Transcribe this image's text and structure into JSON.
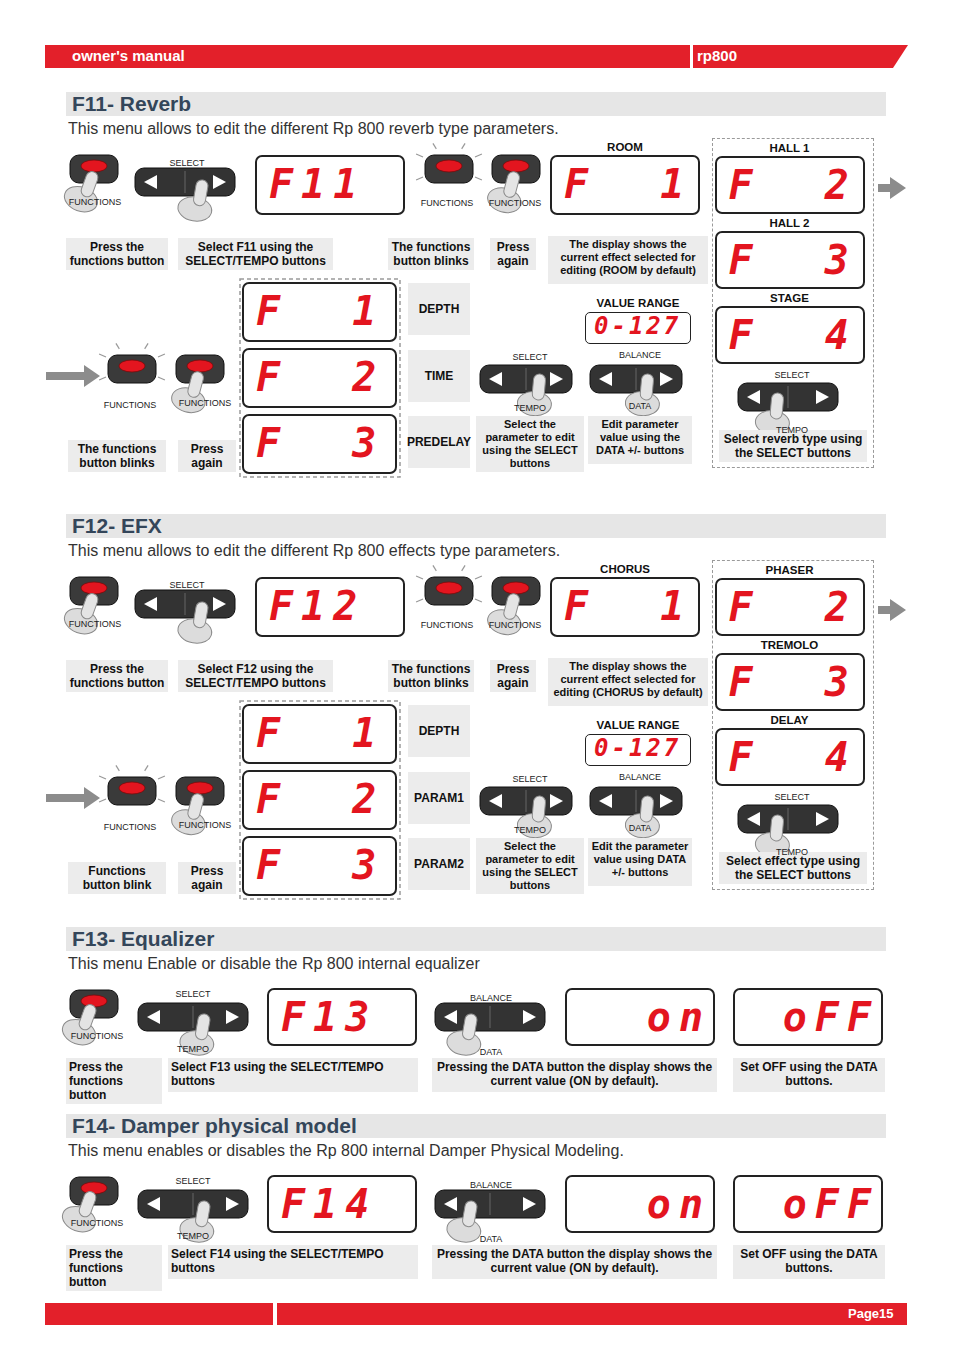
{
  "diagram": {
    "nodes": [
      {
        "text": [
          "F11- Reverb"
        ]
      },
      {
        "text": [
          "F11"
        ]
      },
      {
        "text": [
          "ROOM",
          "F  1"
        ]
      },
      {
        "text": [
          "Select reverb type using the SELECT buttons"
        ]
      },
      {
        "text": [
          "HALL 1",
          "F  2"
        ],
        "in": 3
      },
      {
        "text": [
          "HALL 2",
          "F  3"
        ],
        "in": 3
      },
      {
        "text": [
          "STAGE",
          "F  4"
        ],
        "in": 3
      },
      {
        "text": [
          "Press the functions button"
        ]
      },
      {
        "text": [
          "Select F11 using the SELECT/TEMPO buttons"
        ]
      },
      {
        "text": [
          "The functions button blinks"
        ]
      },
      {
        "text": [
          "Press again"
        ]
      },
      {
        "text": [
          "The display shows the current effect selected for editing (ROOM by default)"
        ]
      },
      {
        "text": [
          "F  1"
        ]
      },
      {
        "text": [
          "F  2"
        ]
      },
      {
        "text": [
          "F  3"
        ]
      },
      {
        "text": [
          "DEPTH"
        ]
      },
      {
        "text": [
          "TIME"
        ]
      },
      {
        "text": [
          "PREDELAY"
        ]
      },
      {
        "text": [
          "VALUE RANGE",
          "0-127"
        ]
      },
      {
        "text": [
          "The functions button blinks"
        ]
      },
      {
        "text": [
          "Press again"
        ]
      },
      {
        "text": [
          "Select the parameter to edit using the SELECT buttons"
        ]
      },
      {
        "text": [
          "Edit parameter value using the DATA +/- buttons"
        ]
      },
      {
        "text": [
          "F12- EFX"
        ]
      },
      {
        "text": [
          "F12"
        ]
      },
      {
        "text": [
          "CHORUS",
          "F  1"
        ]
      },
      {
        "text": [
          "Select effect type using the SELECT buttons"
        ]
      },
      {
        "text": [
          "PHASER",
          "F  2"
        ],
        "in": 26
      },
      {
        "text": [
          "TREMOLO",
          "F  3"
        ],
        "in": 26
      },
      {
        "text": [
          "DELAY",
          "F  4"
        ],
        "in": 26
      },
      {
        "text": [
          "Press the functions button"
        ]
      },
      {
        "text": [
          "Select F12 using the SELECT/TEMPO buttons"
        ]
      },
      {
        "text": [
          "The functions button blinks"
        ]
      },
      {
        "text": [
          "Press again"
        ]
      },
      {
        "text": [
          "The display shows the current effect selected for editing (CHORUS by default)"
        ]
      },
      {
        "text": [
          "F  1"
        ]
      },
      {
        "text": [
          "F  2"
        ]
      },
      {
        "text": [
          "F  3"
        ]
      },
      {
        "text": [
          "DEPTH"
        ]
      },
      {
        "text": [
          "PARAM1"
        ]
      },
      {
        "text": [
          "PARAM2"
        ]
      },
      {
        "text": [
          "VALUE RANGE",
          "0-127"
        ]
      },
      {
        "text": [
          "Functions button blink"
        ]
      },
      {
        "text": [
          "Press again"
        ]
      },
      {
        "text": [
          "Select the parameter to edit using the SELECT buttons"
        ]
      },
      {
        "text": [
          "Edit the parameter value using DATA +/- buttons"
        ]
      },
      {
        "text": [
          "F13- Equalizer"
        ]
      },
      {
        "text": [
          "F13"
        ]
      },
      {
        "text": [
          "on"
        ]
      },
      {
        "text": [
          "oFF"
        ]
      },
      {
        "text": [
          "Press the functions button"
        ]
      },
      {
        "text": [
          "Select F13 using the SELECT/TEMPO buttons"
        ]
      },
      {
        "text": [
          "Pressing the DATA button the display shows the current value (ON by default)."
        ]
      },
      {
        "text": [
          "Set OFF using the DATA buttons."
        ]
      },
      {
        "text": [
          "F14- Damper physical model"
        ]
      },
      {
        "text": [
          "F14"
        ]
      },
      {
        "text": [
          "on"
        ]
      },
      {
        "text": [
          "oFF"
        ]
      },
      {
        "text": [
          "Press the functions button"
        ]
      },
      {
        "text": [
          "Select F14 using the SELECT/TEMPO buttons"
        ]
      },
      {
        "text": [
          "Pressing the DATA button the display shows the current value (ON by default)."
        ]
      },
      {
        "text": [
          "Set OFF using the DATA buttons."
        ]
      }
    ],
    "labels": [
      "owner's manual",
      "rp800",
      "This menu allows to edit the different Rp 800 reverb type parameters.",
      "FUNCTIONS",
      "SELECT",
      "FUNCTIONS",
      "FUNCTIONS",
      "FUNCTIONS",
      "FUNCTIONS",
      "SELECT",
      "TEMPO",
      "BALANCE",
      "DATA",
      "SELECT",
      "TEMPO",
      "This menu allows to edit the different Rp 800 effects type parameters.",
      "FUNCTIONS",
      "SELECT",
      "FUNCTIONS",
      "FUNCTIONS",
      "FUNCTIONS",
      "FUNCTIONS",
      "SELECT",
      "TEMPO",
      "BALANCE",
      "DATA",
      "SELECT",
      "TEMPO",
      "This menu Enable or disable the Rp 800 internal equalizer",
      "FUNCTIONS",
      "SELECT",
      "TEMPO",
      "BALANCE",
      "DATA",
      "This menu enables or disables the Rp 800 internal Damper Physical Modeling.",
      "FUNCTIONS",
      "SELECT",
      "TEMPO",
      "BALANCE",
      "DATA",
      "Page15"
    ]
  }
}
